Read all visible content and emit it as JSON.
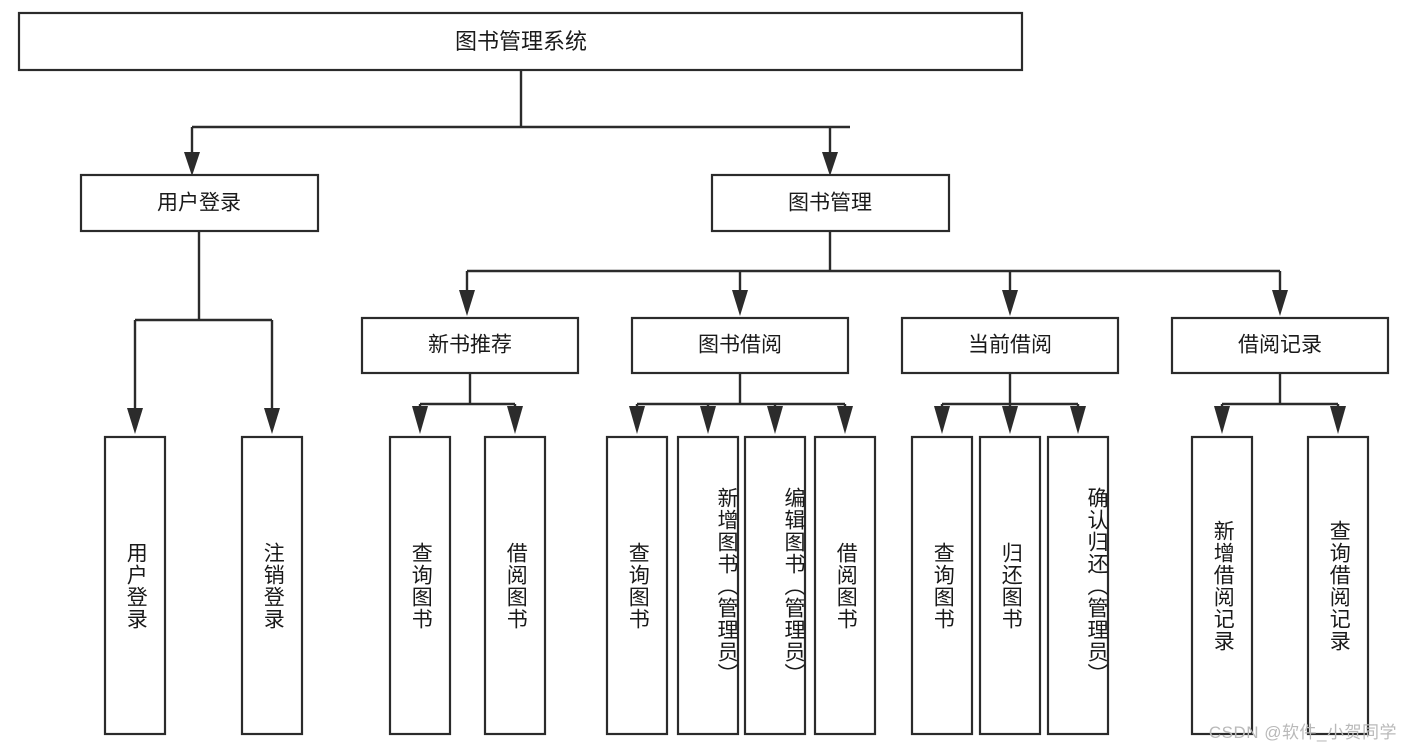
{
  "diagram": {
    "type": "tree-hierarchy-chart",
    "title_node": {
      "id": "root",
      "label": "图书管理系统"
    },
    "level2": [
      {
        "id": "user-login",
        "label": "用户登录"
      },
      {
        "id": "book-manage",
        "label": "图书管理"
      }
    ],
    "level3": [
      {
        "id": "new-book-rec",
        "label": "新书推荐"
      },
      {
        "id": "book-borrow",
        "label": "图书借阅"
      },
      {
        "id": "current-borrow",
        "label": "当前借阅"
      },
      {
        "id": "borrow-record",
        "label": "借阅记录"
      }
    ],
    "leaves": {
      "user_login": [
        {
          "id": "leaf-user-login",
          "label": "用户登录"
        },
        {
          "id": "leaf-logout",
          "label": "注销登录"
        }
      ],
      "new_book_rec": [
        {
          "id": "leaf-query-book-1",
          "label": "查询图书"
        },
        {
          "id": "leaf-borrow-book-1",
          "label": "借阅图书"
        }
      ],
      "book_borrow": [
        {
          "id": "leaf-query-book-2",
          "label": "查询图书"
        },
        {
          "id": "leaf-add-book",
          "label": "新增图书（管理员）"
        },
        {
          "id": "leaf-edit-book",
          "label": "编辑图书（管理员）"
        },
        {
          "id": "leaf-borrow-book-2",
          "label": "借阅图书"
        }
      ],
      "current_borrow": [
        {
          "id": "leaf-query-book-3",
          "label": "查询图书"
        },
        {
          "id": "leaf-return-book",
          "label": "归还图书"
        },
        {
          "id": "leaf-confirm-return",
          "label": "确认归还（管理员）"
        }
      ],
      "borrow_record": [
        {
          "id": "leaf-add-record",
          "label": "新增借阅记录"
        },
        {
          "id": "leaf-query-record",
          "label": "查询借阅记录"
        }
      ]
    },
    "watermark": "CSDN @软件_小贺同学",
    "colors": {
      "background": "#ffffff",
      "box_fill": "#ffffff",
      "box_stroke": "#2b2b2b",
      "connector": "#2b2b2b",
      "text": "#1a1a1a",
      "watermark": "#b9b9b9"
    }
  }
}
